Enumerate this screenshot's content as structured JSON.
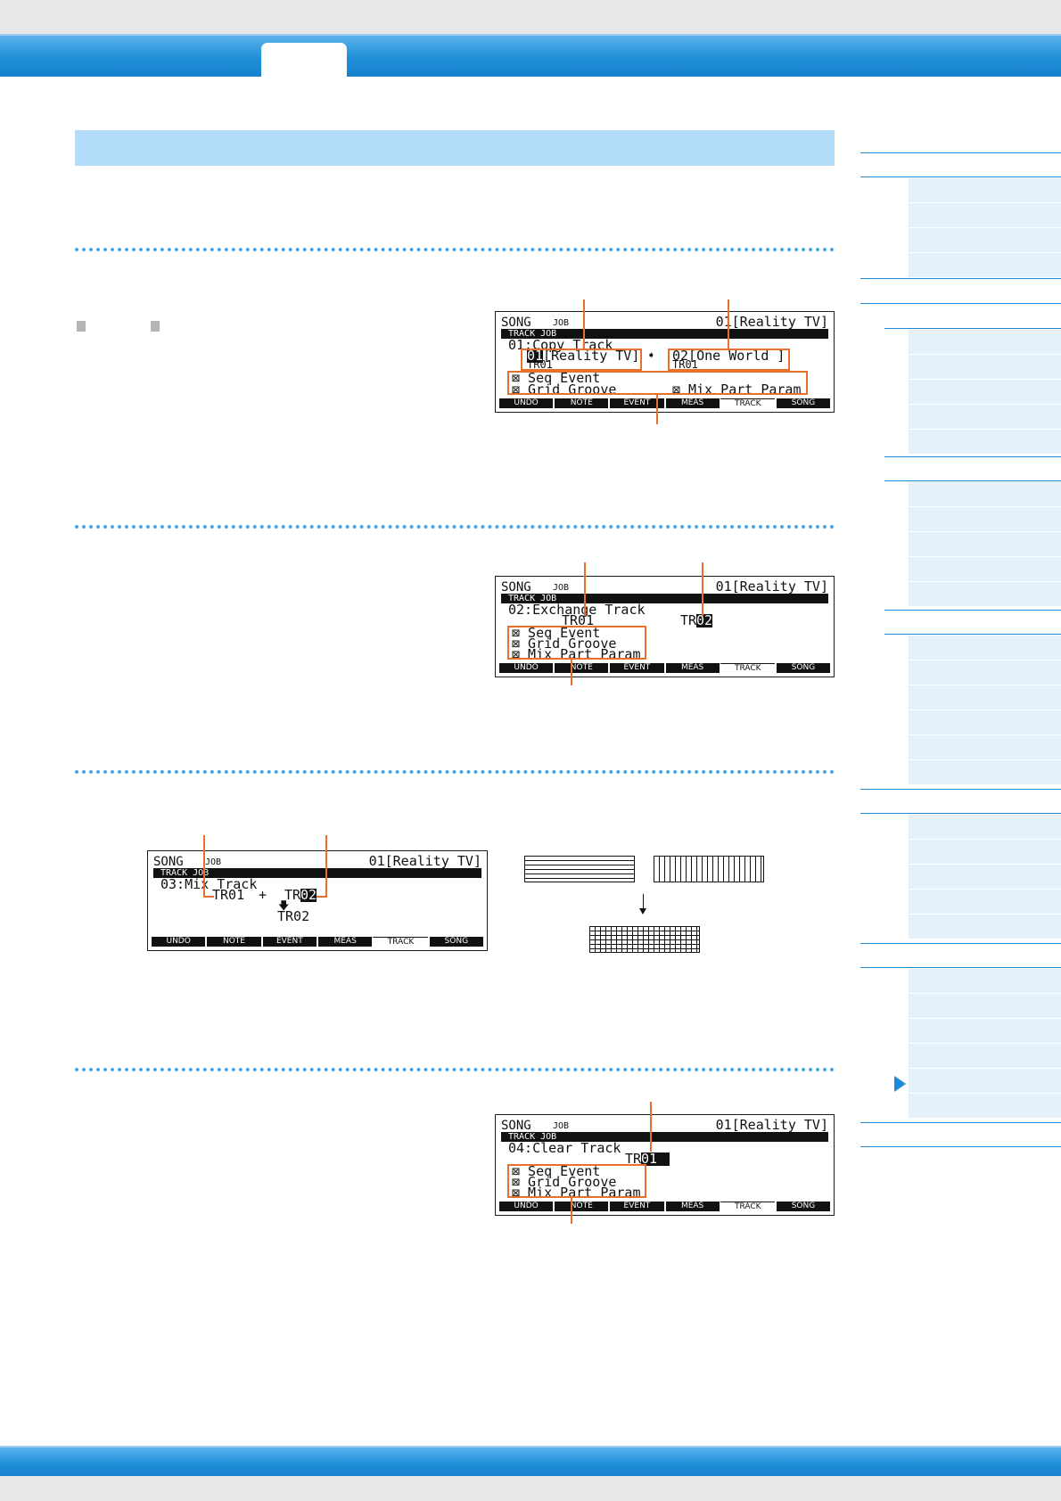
{
  "screens": {
    "common": {
      "mode": "SONG",
      "job": "JOB",
      "song_title": "01[Reality TV]",
      "subtitle": "TRACK JOB",
      "fn_keys": [
        "UNDO",
        "NOTE",
        "EVENT",
        "MEAS",
        "TRACK",
        "SONG"
      ]
    },
    "copy": {
      "job_line": "01:Copy Track",
      "src_num": "01",
      "src_name": "[Reality TV]",
      "arrow": "➧",
      "dst_name": "02[One World ]",
      "src_track": "TR01",
      "dst_track": "TR01",
      "opt1": "⊠ Seq Event",
      "opt2": "⊠ Grid Groove",
      "opt3": "⊠ Mix Part Param"
    },
    "exchange": {
      "job_line": "02:Exchange Track",
      "track_a": "TR01",
      "track_b_prefix": "TR",
      "track_b_value": "02",
      "opt1": "⊠ Seq Event",
      "opt2": "⊠ Grid Groove",
      "opt3": "⊠ Mix Part Param"
    },
    "mix": {
      "job_line": "03:Mix Track",
      "track_a": "TR01",
      "plus": "+",
      "track_b_prefix": "TR",
      "track_b_value": "02",
      "down_arrow": "🡇",
      "result": "TR02"
    },
    "clear": {
      "job_line": "04:Clear Track",
      "track_prefix": "TR",
      "track_value": "01",
      "opt1": "⊠ Seq Event",
      "opt2": "⊠ Grid Groove",
      "opt3": "⊠ Mix Part Param"
    }
  }
}
